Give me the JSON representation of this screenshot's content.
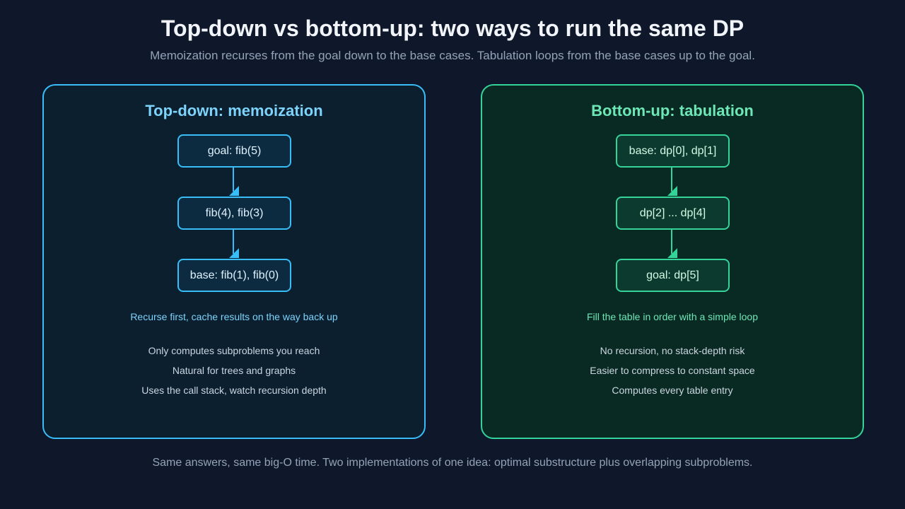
{
  "title": "Top-down vs bottom-up: two ways to run the same DP",
  "subtitle": "Memoization recurses from the goal down to the base cases. Tabulation loops from the base cases up to the goal.",
  "colors": {
    "background": "#0f172a",
    "topdown_accent": "#38bdf8",
    "bottomup_accent": "#34d399"
  },
  "left": {
    "title": "Top-down: memoization",
    "nodes": [
      "goal: fib(5)",
      "fib(4), fib(3)",
      "base: fib(1), fib(0)"
    ],
    "caption": "Recurse first, cache results on the way back up",
    "bullets": [
      "Only computes subproblems you reach",
      "Natural for trees and graphs",
      "Uses the call stack, watch recursion depth"
    ]
  },
  "right": {
    "title": "Bottom-up: tabulation",
    "nodes": [
      "base: dp[0], dp[1]",
      "dp[2] ... dp[4]",
      "goal: dp[5]"
    ],
    "caption": "Fill the table in order with a simple loop",
    "bullets": [
      "No recursion, no stack-depth risk",
      "Easier to compress to constant space",
      "Computes every table entry"
    ]
  },
  "footer": "Same answers, same big-O time. Two implementations of one idea: optimal substructure plus overlapping subproblems."
}
